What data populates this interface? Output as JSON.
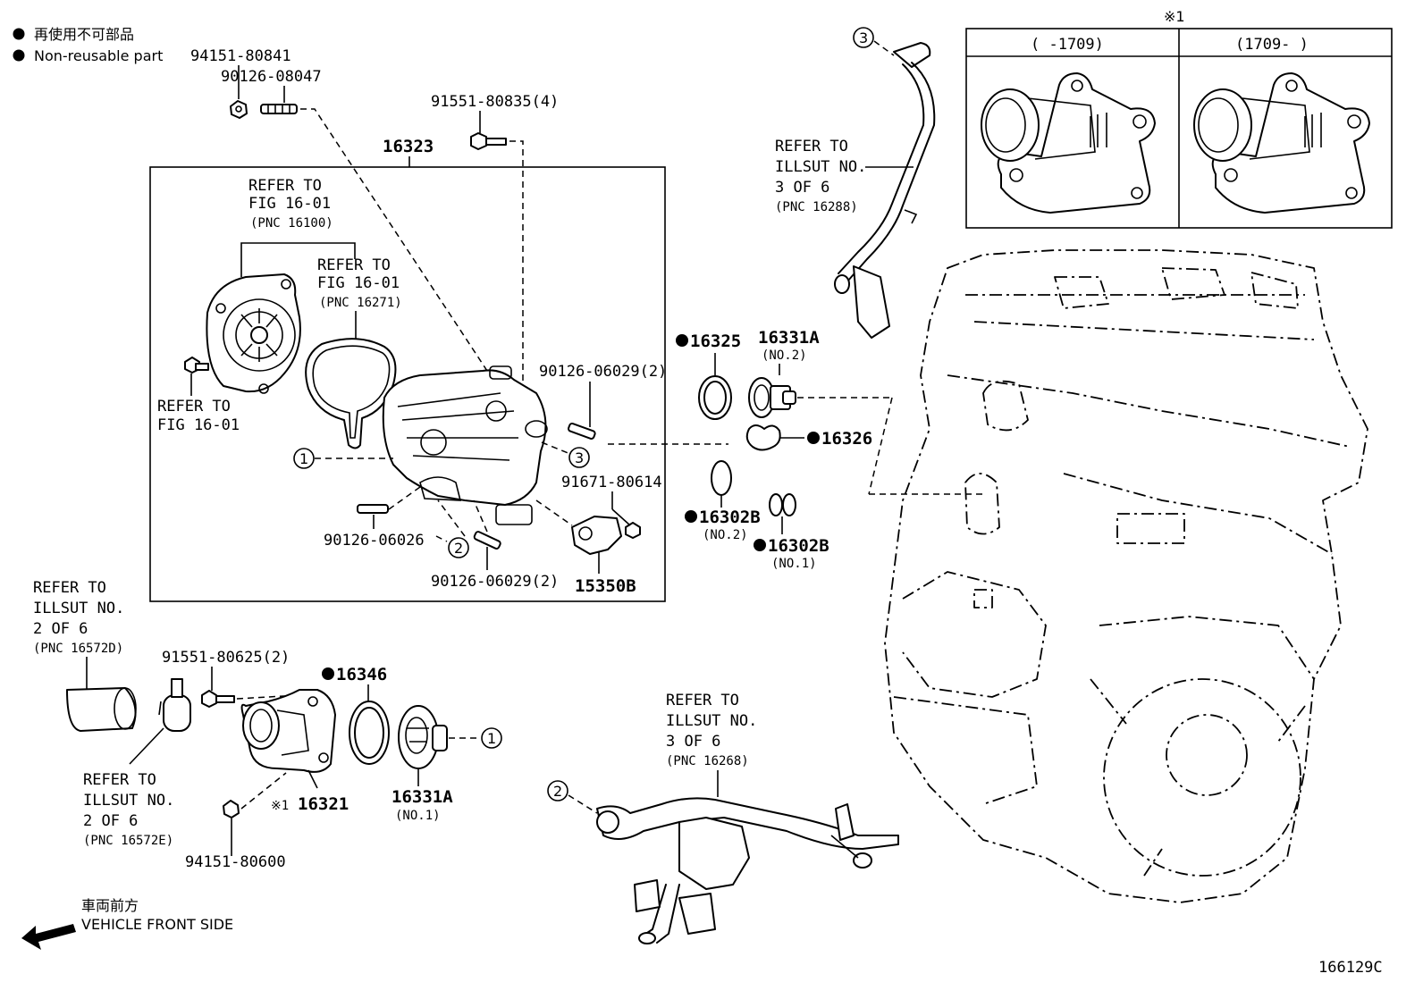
{
  "legend": {
    "jp": "再使用不可部品",
    "en": "Non-reusable part"
  },
  "parts": {
    "p94151_80841": "94151-80841",
    "p90126_08047": "90126-08047",
    "p91551_80835": "91551-80835(4)",
    "p16323": "16323",
    "p90126_06029_a": "90126-06029(2)",
    "p16325": "16325",
    "p16331a_top": "16331A",
    "no2_top": "(NO.2)",
    "p16326": "16326",
    "p91671_80614": "91671-80614",
    "p16302b_no2": "16302B",
    "no2_mid": "(NO.2)",
    "p16302b_no1": "16302B",
    "no1_mid": "(NO.1)",
    "p90126_06026": "90126-06026",
    "p90126_06029_b": "90126-06029(2)",
    "p15350b": "15350B",
    "p91551_80625": "91551-80625(2)",
    "p16346": "16346",
    "p16331a_bot": "16331A",
    "no1_bot": "(NO.1)",
    "p16321": "16321",
    "p94151_80600": "94151-80600"
  },
  "refs": {
    "fig_16100": [
      "REFER TO",
      "FIG 16-01",
      "(PNC 16100)"
    ],
    "fig_16271": [
      "REFER TO",
      "FIG 16-01",
      "(PNC 16271)"
    ],
    "fig_bolt": [
      "REFER TO",
      "FIG 16-01"
    ],
    "illsut_16288": [
      "REFER TO",
      "ILLSUT NO.",
      "3 OF 6",
      "(PNC 16288)"
    ],
    "illsut_16572d": [
      "REFER TO",
      "ILLSUT NO.",
      "2 OF 6",
      "(PNC 16572D)"
    ],
    "illsut_16572e": [
      "REFER TO",
      "ILLSUT NO.",
      "2 OF 6",
      "(PNC 16572E)"
    ],
    "illsut_16268": [
      "REFER TO",
      "ILLSUT NO.",
      "3 OF 6",
      "(PNC 16268)"
    ]
  },
  "inset": {
    "mark": "※1",
    "col_left": "(      -1709)",
    "col_right": "(1709-      )"
  },
  "callouts": {
    "c1": "1",
    "c2": "2",
    "c3": "3"
  },
  "mark_16321": "※1",
  "front": {
    "jp": "車両前方",
    "en": "VEHICLE FRONT SIDE"
  },
  "figure_id": "166129C"
}
